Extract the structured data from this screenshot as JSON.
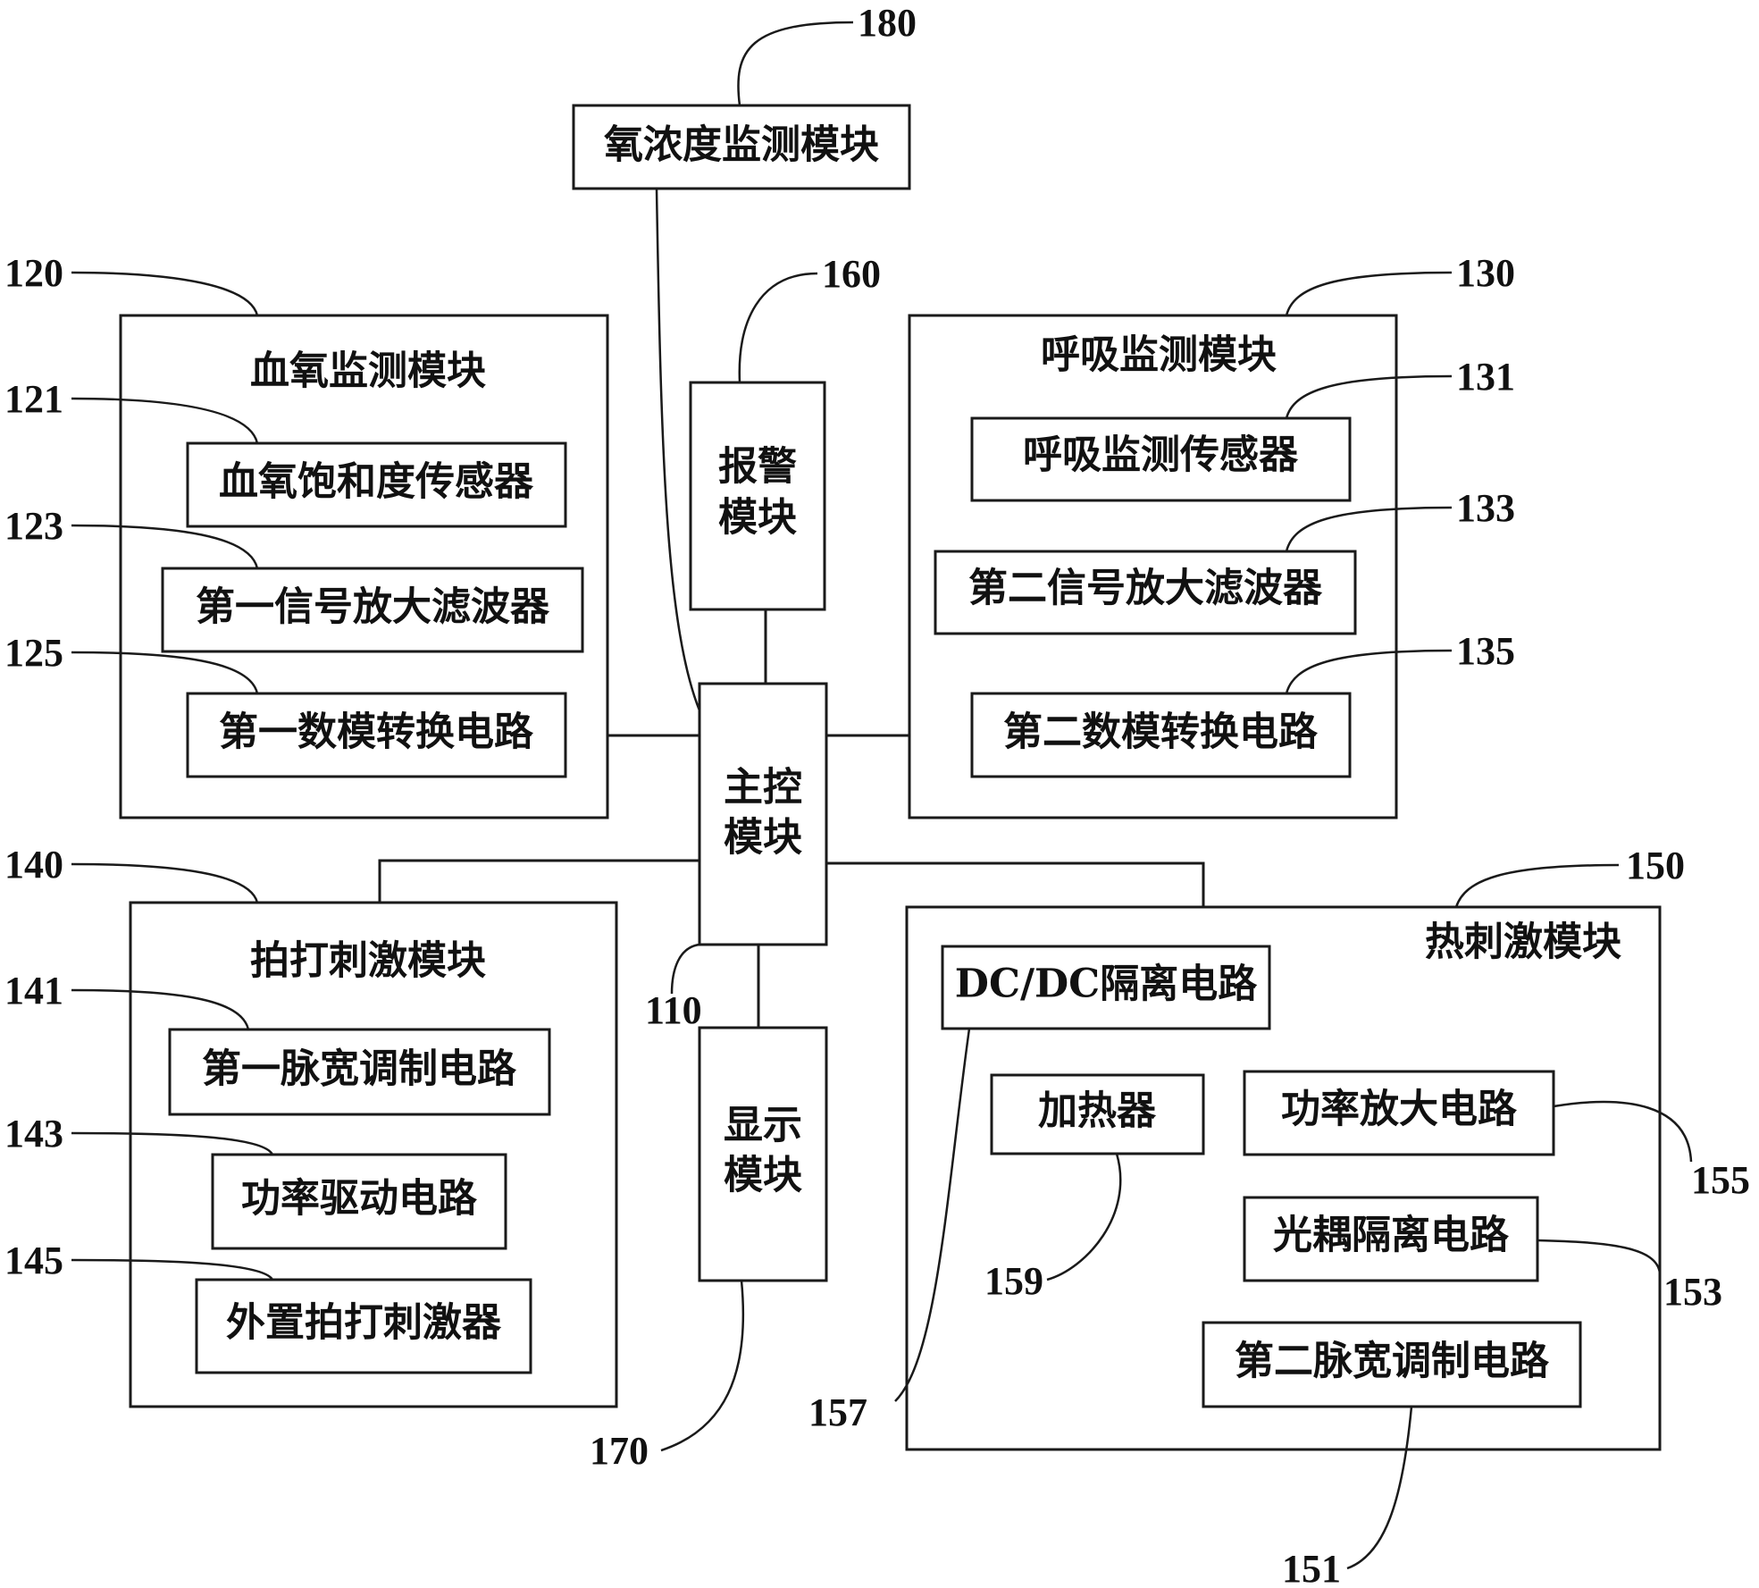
{
  "modules": {
    "oxygen_concentration": "氧浓度监测模块",
    "blood_oxygen": {
      "title": "血氧监测模块",
      "sensor": "血氧饱和度传感器",
      "filter": "第一信号放大滤波器",
      "dac": "第一数模转换电路"
    },
    "alarm": {
      "line1": "报警",
      "line2": "模块"
    },
    "main_control": {
      "line1": "主控",
      "line2": "模块"
    },
    "display": {
      "line1": "显示",
      "line2": "模块"
    },
    "respiration": {
      "title": "呼吸监测模块",
      "sensor": "呼吸监测传感器",
      "filter": "第二信号放大滤波器",
      "dac": "第二数模转换电路"
    },
    "tapping": {
      "title": "拍打刺激模块",
      "pwm": "第一脉宽调制电路",
      "driver": "功率驱动电路",
      "stimulator": "外置拍打刺激器"
    },
    "thermal": {
      "title": "热刺激模块",
      "dcdc": "DC/DC隔离电路",
      "heater": "加热器",
      "amplifier": "功率放大电路",
      "optocoupler": "光耦隔离电路",
      "pwm": "第二脉宽调制电路"
    }
  },
  "reference_numerals": {
    "n180": "180",
    "n120": "120",
    "n121": "121",
    "n123": "123",
    "n125": "125",
    "n160": "160",
    "n130": "130",
    "n131": "131",
    "n133": "133",
    "n135": "135",
    "n140": "140",
    "n141": "141",
    "n143": "143",
    "n145": "145",
    "n110": "110",
    "n170": "170",
    "n150": "150",
    "n155": "155",
    "n153": "153",
    "n159": "159",
    "n157": "157",
    "n151": "151"
  }
}
